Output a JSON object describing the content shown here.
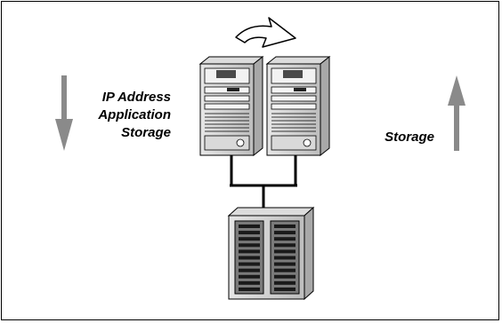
{
  "labels": {
    "left_lines": [
      "IP Address",
      "Application",
      "Storage"
    ],
    "right": "Storage"
  },
  "arrows": {
    "left_direction": "down",
    "right_direction": "up",
    "top": "curved-right",
    "color": "#8a8a8a"
  },
  "icons": [
    "server-tower-icon",
    "server-tower-icon",
    "storage-array-icon",
    "curved-arrow-icon"
  ]
}
